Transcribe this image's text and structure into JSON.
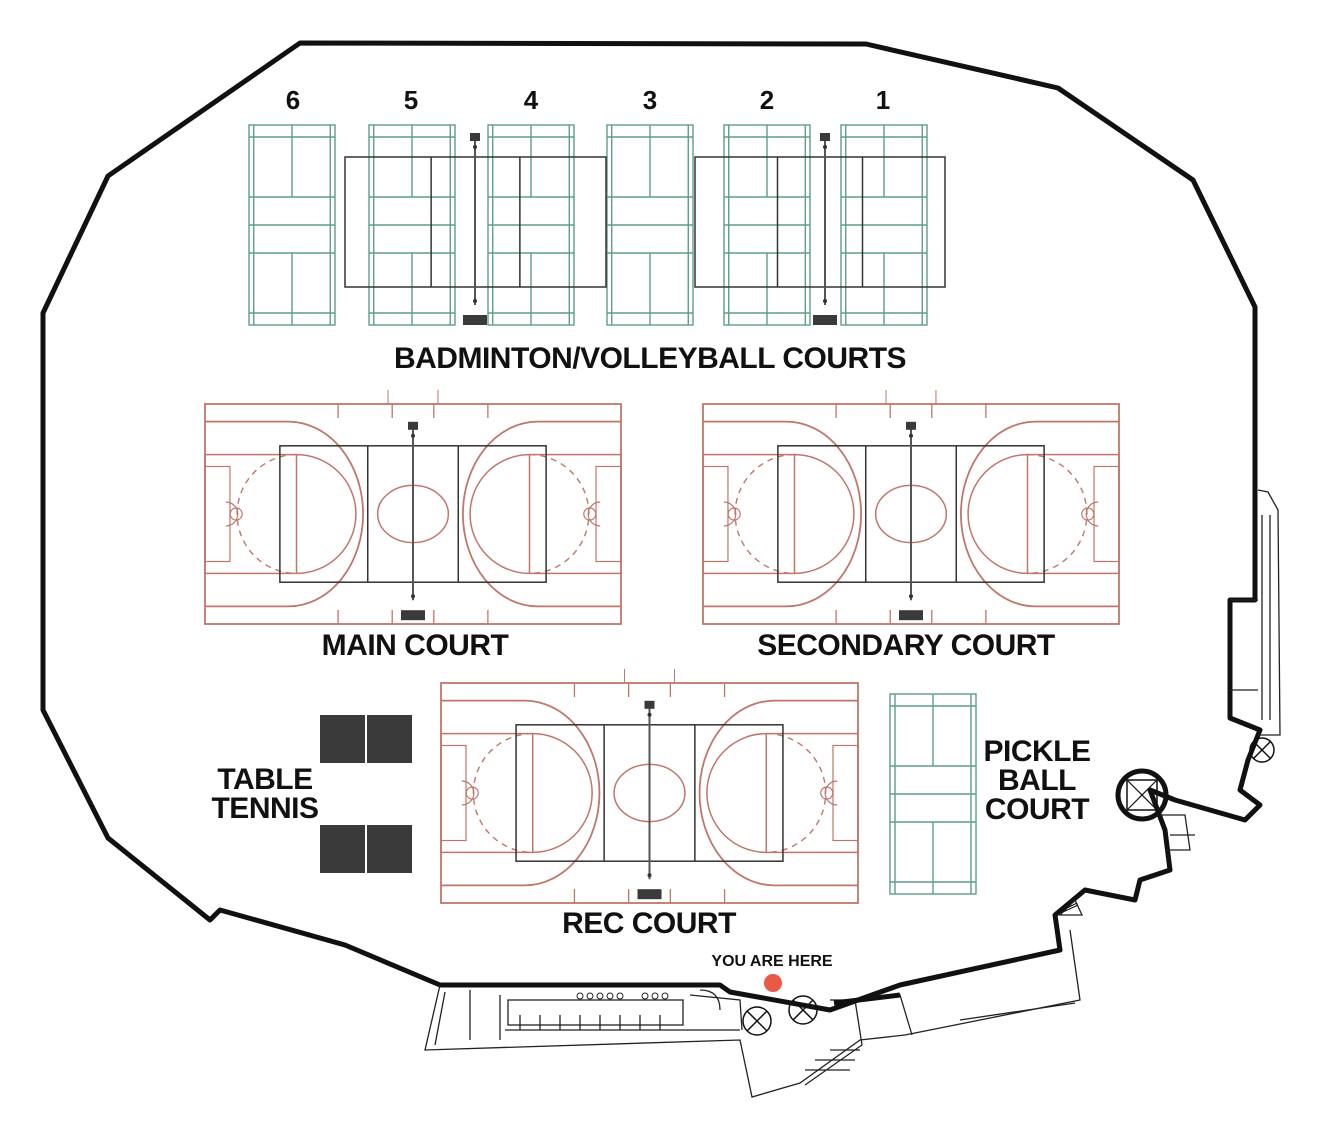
{
  "map": {
    "badminton_numbers": [
      "6",
      "5",
      "4",
      "3",
      "2",
      "1"
    ],
    "badminton_title": "BADMINTON/VOLLEYBALL COURTS",
    "main_court": "MAIN COURT",
    "secondary_court": "SECONDARY COURT",
    "rec_court": "REC COURT",
    "table_tennis": [
      "TABLE",
      "TENNIS"
    ],
    "pickle_ball": [
      "PICKLE",
      "BALL",
      "COURT"
    ],
    "you_are_here": "YOU ARE HERE",
    "colors": {
      "badminton_lines": "#5f9e86",
      "basketball_lines": "#c0766a",
      "volleyball_lines": "#333333",
      "equipment": "#3a3a3a",
      "marker": "#e85a45",
      "walls": "#111111"
    },
    "icons": [
      "you-are-here-dot-icon",
      "light-fixture-icon",
      "elevator-icon",
      "stairs-icon"
    ]
  }
}
